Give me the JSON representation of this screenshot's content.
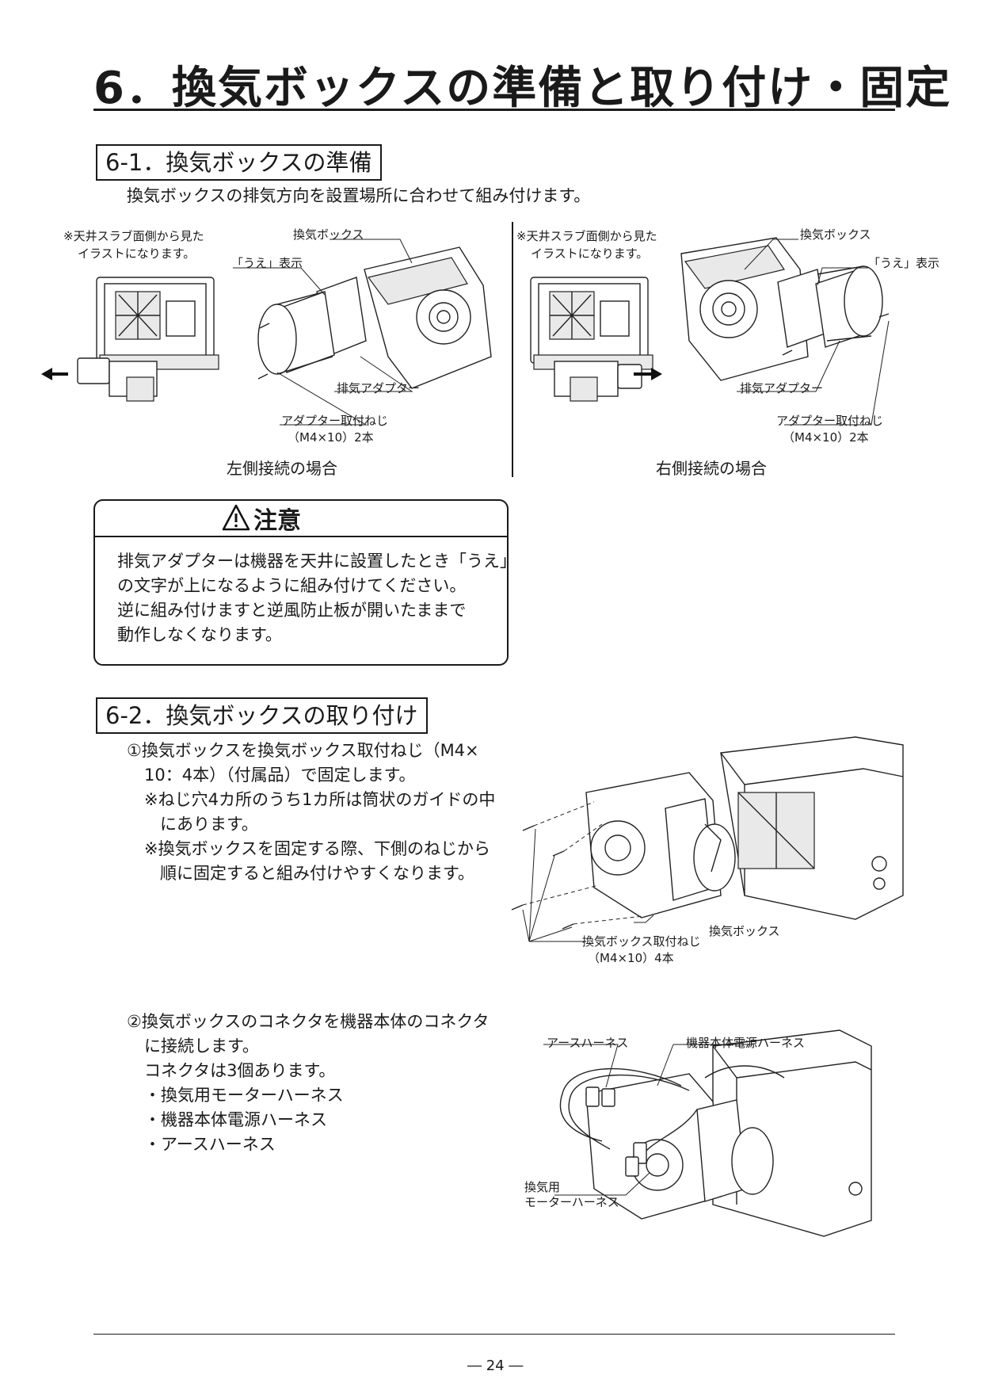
{
  "page": {
    "title": "6．換気ボックスの準備と取り付け・固定",
    "page_number": "― 24 ―"
  },
  "section1": {
    "heading": "6-1．換気ボックスの準備",
    "intro": "換気ボックスの排気方向を設置場所に合わせて組み付けます。",
    "left": {
      "note_line1": "※天井スラブ面側から見た",
      "note_line2": "イラストになります。",
      "label_box": "換気ボックス",
      "label_ue": "「うえ」表示",
      "label_adapter": "排気アダプター",
      "label_screw1": "アダプター取付ねじ",
      "label_screw2": "（M4×10）2本",
      "caption": "左側接続の場合"
    },
    "right": {
      "note_line1": "※天井スラブ面側から見た",
      "note_line2": "イラストになります。",
      "label_box": "換気ボックス",
      "label_ue": "「うえ」表示",
      "label_adapter": "排気アダプター",
      "label_screw1": "アダプター取付ねじ",
      "label_screw2": "（M4×10）2本",
      "caption": "右側接続の場合"
    }
  },
  "caution": {
    "title": "注意",
    "lines": [
      "排気アダプターは機器を天井に設置したとき「うえ」",
      "の文字が上になるように組み付けてください。",
      "逆に組み付けますと逆風防止板が開いたままで",
      "動作しなくなります。"
    ]
  },
  "section2": {
    "heading": "6-2．換気ボックスの取り付け",
    "step1": [
      "①換気ボックスを換気ボックス取付ねじ（M4×",
      "10：4本）（付属品）で固定します。",
      "※ねじ穴4カ所のうち1カ所は筒状のガイドの中",
      "にあります。",
      "※換気ボックスを固定する際、下側のねじから",
      "順に固定すると組み付けやすくなります。"
    ],
    "fig1": {
      "label_box": "換気ボックス",
      "label_screw1": "換気ボックス取付ねじ",
      "label_screw2": "（M4×10）4本"
    },
    "step2": [
      "②換気ボックスのコネクタを機器本体のコネクタ",
      "に接続します。",
      "コネクタは3個あります。",
      "・換気用モーターハーネス",
      "・機器本体電源ハーネス",
      "・アースハーネス"
    ],
    "fig2": {
      "label_earth": "アースハーネス",
      "label_power": "機器本体電源ハーネス",
      "label_motor1": "換気用",
      "label_motor2": "モーターハーネス"
    }
  }
}
